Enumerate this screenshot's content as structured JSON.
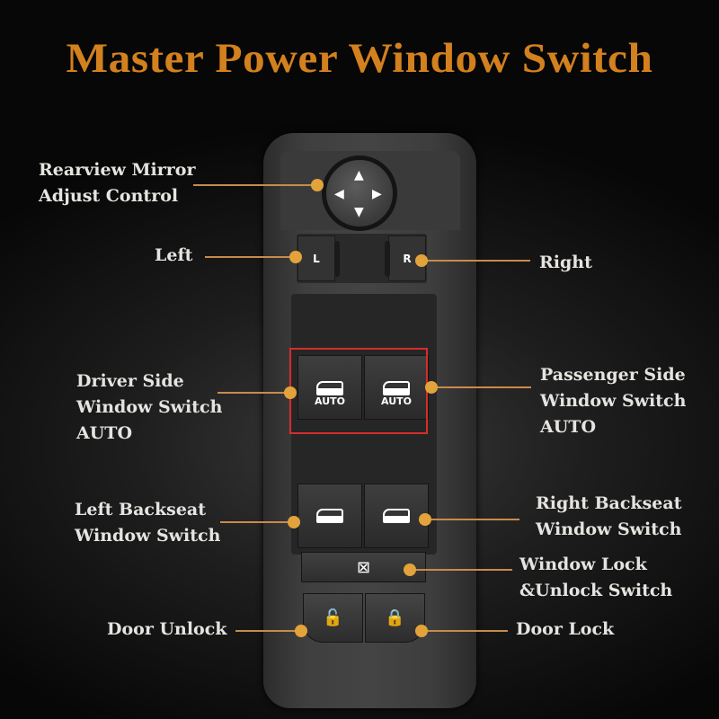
{
  "title": "Master Power Window Switch",
  "accent_color": "#d3801f",
  "callout_color": "#e3a33b",
  "highlight_color": "#d62d2d",
  "labels": {
    "mirror_line1": "Rearview Mirror",
    "mirror_line2": "Adjust Control",
    "left": "Left",
    "right": "Right",
    "driver_line1": "Driver Side",
    "driver_line2": "Window Switch",
    "driver_line3": "AUTO",
    "passenger_line1": "Passenger Side",
    "passenger_line2": "Window Switch",
    "passenger_line3": "AUTO",
    "left_back_line1": "Left Backseat",
    "left_back_line2": "Window Switch",
    "right_back_line1": "Right Backseat",
    "right_back_line2": "Window Switch",
    "lock_line1": "Window Lock",
    "lock_line2": "&Unlock Switch",
    "door_unlock": "Door Unlock",
    "door_lock": "Door Lock"
  },
  "switch": {
    "left_mirror_btn": "L",
    "right_mirror_btn": "R",
    "auto_label": "AUTO",
    "arrows": {
      "up": "▲",
      "down": "▼",
      "left": "◀",
      "right": "▶"
    },
    "window_lock_icon": "⊠",
    "unlock_icon": "🔓",
    "lock_icon": "🔒"
  }
}
